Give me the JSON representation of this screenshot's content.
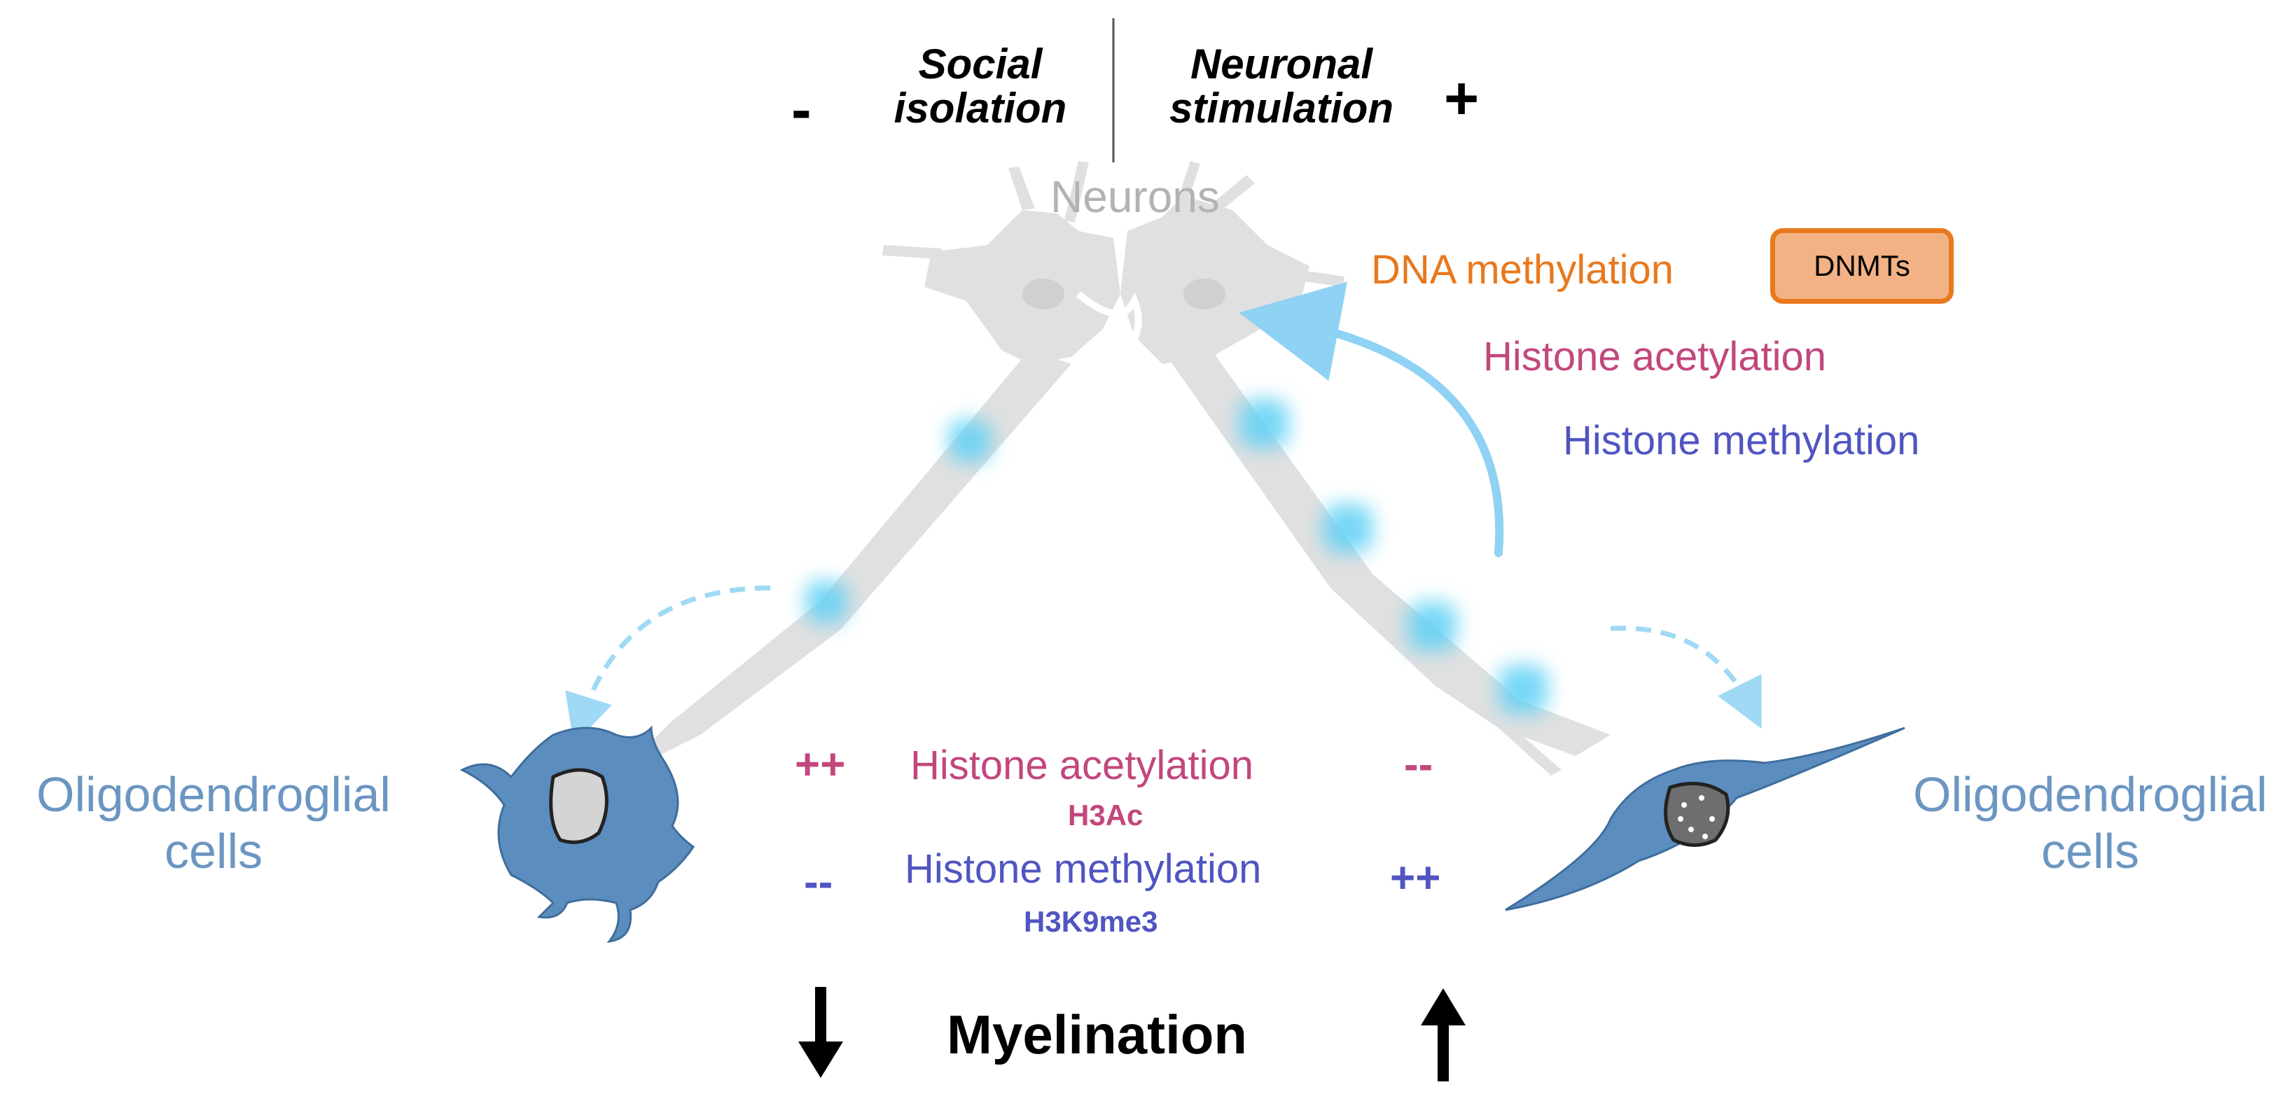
{
  "header": {
    "minus_sign": "-",
    "social_isolation": [
      "Social",
      "isolation"
    ],
    "neuronal_stimulation": [
      "Neuronal",
      "stimulation"
    ],
    "plus_sign": "+"
  },
  "neurons_label": "Neurons",
  "epigenetics": {
    "dna_methylation": "DNA methylation",
    "dnmts": "DNMTs",
    "histone_acetylation": "Histone acetylation",
    "histone_methylation": "Histone methylation"
  },
  "left_cell_label": [
    "Oligodendroglial",
    "cells"
  ],
  "right_cell_label": [
    "Oligodendroglial",
    "cells"
  ],
  "center": {
    "acetylation_left": "++",
    "acetylation_label": "Histone acetylation",
    "acetylation_mark": "H3Ac",
    "acetylation_right": "--",
    "methylation_left": "--",
    "methylation_label": "Histone methylation",
    "methylation_mark": "H3K9me3",
    "methylation_right": "++"
  },
  "myelination": {
    "label": "Myelination",
    "left_arrow": "down-arrow-icon",
    "right_arrow": "up-arrow-icon"
  },
  "colors": {
    "neuron": "#e0e0e0",
    "glow": "#5fd0f5",
    "cell": "#5b8dbf",
    "acetylation": "#c2477d",
    "methylation": "#5055c1",
    "dna": "#e8791e"
  }
}
